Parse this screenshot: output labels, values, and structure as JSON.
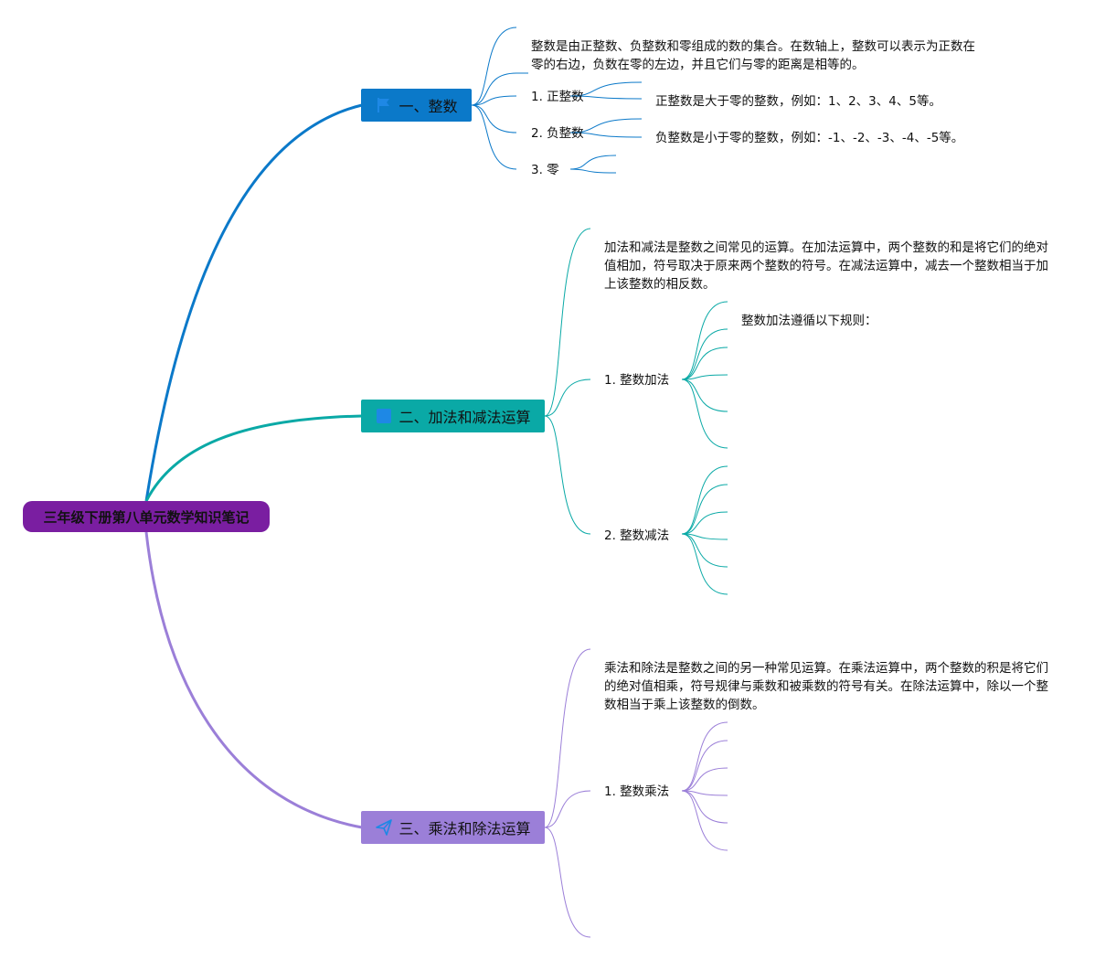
{
  "colors": {
    "root_bg": "#7a1ea1",
    "branch1": "#0b79c9",
    "branch2": "#0aa9a6",
    "branch3": "#9b7fd8"
  },
  "root": {
    "label": "三年级下册第八单元数学知识笔记"
  },
  "branches": [
    {
      "label": "一、整数",
      "icon": "flag-icon",
      "description": "整数是由正整数、负整数和零组成的数的集合。在数轴上，整数可以表示为正数在零的右边，负数在零的左边，并且它们与零的距离是相等的。",
      "children": [
        {
          "label": "1. 正整数",
          "detail": "正整数是大于零的整数，例如：1、2、3、4、5等。"
        },
        {
          "label": "2. 负整数",
          "detail": "负整数是小于零的整数，例如：-1、-2、-3、-4、-5等。"
        },
        {
          "label": "3. 零",
          "detail": ""
        }
      ]
    },
    {
      "label": "二、加法和减法运算",
      "icon": "square-icon",
      "description": "加法和减法是整数之间常见的运算。在加法运算中，两个整数的和是将它们的绝对值相加，符号取决于原来两个整数的符号。在减法运算中，减去一个整数相当于加上该整数的相反数。",
      "children": [
        {
          "label": "1. 整数加法",
          "detail": "整数加法遵循以下规则："
        },
        {
          "label": "2. 整数减法",
          "detail": ""
        }
      ]
    },
    {
      "label": "三、乘法和除法运算",
      "icon": "send-icon",
      "description": "乘法和除法是整数之间的另一种常见运算。在乘法运算中，两个整数的积是将它们的绝对值相乘，符号规律与乘数和被乘数的符号有关。在除法运算中，除以一个整数相当于乘上该整数的倒数。",
      "children": [
        {
          "label": "1. 整数乘法",
          "detail": ""
        }
      ]
    }
  ]
}
